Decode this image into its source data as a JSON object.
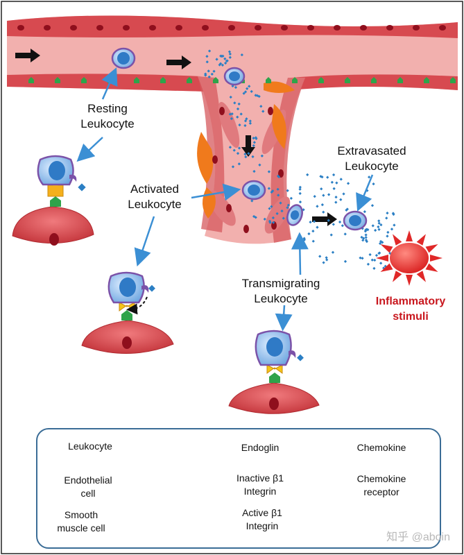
{
  "labels": {
    "resting": [
      "Resting",
      "Leukocyte"
    ],
    "activated": [
      "Activated",
      "Leukocyte"
    ],
    "extravasated": [
      "Extravasated",
      "Leukocyte"
    ],
    "transmigrating": [
      "Transmigrating",
      "Leukocyte"
    ],
    "inflammatory": [
      "Inflammatory",
      "stimuli"
    ]
  },
  "legend": {
    "leukocyte": "Leukocyte",
    "endothelial": [
      "Endothelial",
      "cell"
    ],
    "smooth_muscle": [
      "Smooth",
      "muscle cell"
    ],
    "endoglin": "Endoglin",
    "inactive_integrin": [
      "Inactive β1",
      "Integrin"
    ],
    "active_integrin": [
      "Active β1",
      "Integrin"
    ],
    "chemokine": "Chemokine",
    "chemokine_receptor": [
      "Chemokine",
      "receptor"
    ]
  },
  "watermark": "知乎 @aboin",
  "colors": {
    "vessel": "#f2b0ae",
    "vessel_wall": "#c8383e",
    "endothelial": "#d65a5e",
    "nucleus": "#8f0f1d",
    "smooth_muscle": "#f07a1c",
    "leukocyte_border": "#7b52a8",
    "leukocyte_fill": "#8cb9e8",
    "leukocyte_nucleus": "#2f7ac6",
    "endoglin": "#2fa34a",
    "inactive_integrin": "#f5b01c",
    "active_integrin": "#f5c518",
    "chemokine": "#2b7fc4",
    "receptor": "#7b52a8",
    "arrow": "#3b8fd4",
    "stimulus": "#e02828",
    "legend_border": "#3a6c96"
  }
}
